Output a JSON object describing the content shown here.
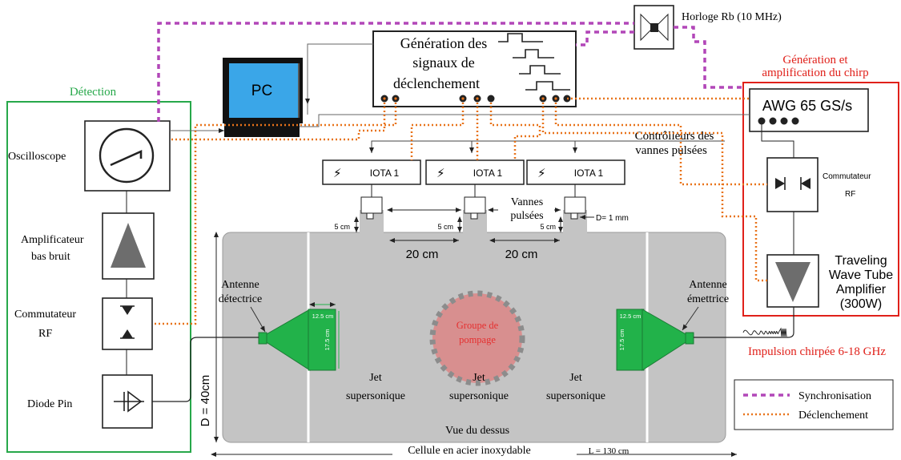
{
  "colors": {
    "detection_green": "#27a84a",
    "chirp_red": "#e0201a",
    "sync_purple": "#b247b8",
    "trigger_orange": "#e8731a",
    "cell_gray": "#c4c4c4",
    "antenna_green": "#22b24a",
    "pc_screen": "#3aa6e8",
    "pump_red": "#e53030",
    "pump_fill": "#d88f8f"
  },
  "detection": {
    "title": "Détection",
    "oscilloscope": "Oscilloscope",
    "amp_line1": "Amplificateur",
    "amp_line2": "bas bruit",
    "switch_line1": "Commutateur",
    "switch_line2": "RF",
    "diode": "Diode Pin"
  },
  "pc": {
    "label": "PC"
  },
  "trigger_gen": {
    "line1": "Génération des",
    "line2": "signaux de",
    "line3": "déclenchement"
  },
  "clock": {
    "label": "Horloge Rb (10 MHz)"
  },
  "chirp": {
    "title_line1": "Génération et",
    "title_line2": "amplification du chirp",
    "awg": "AWG 65 GS/s",
    "switch_line1": "Commutateur",
    "switch_line2": "RF",
    "twta_line1": "Traveling",
    "twta_line2": "Wave Tube",
    "twta_line3": "Amplifier",
    "twta_line4": "(300W)",
    "pulse": "Impulsion chirpée 6-18 GHz"
  },
  "valves": {
    "controllers_line1": "Contrôlleurs des",
    "controllers_line2": "vannes pulsées",
    "iota": [
      "IOTA 1",
      "IOTA 1",
      "IOTA 1"
    ],
    "valves_line1": "Vannes",
    "valves_line2": "pulsées",
    "diameter": "D= 1 mm",
    "height_label": "5 cm",
    "spacing_label": "20 cm"
  },
  "cell": {
    "detector_line1": "Antenne",
    "detector_line2": "détectrice",
    "emitter_line1": "Antenne",
    "emitter_line2": "émettrice",
    "horn_w": "12.5 cm",
    "horn_h": "17.5 cm",
    "pump_line1": "Groupe de",
    "pump_line2": "pompage",
    "jet_line1": "Jet",
    "jet_line2": "supersonique",
    "top_view": "Vue du dessus",
    "name": "Cellule en acier inoxydable",
    "length": "L = 130 cm",
    "diameter": "D = 40cm"
  },
  "legend": {
    "sync": "Synchronisation",
    "trigger": "Déclenchement"
  }
}
